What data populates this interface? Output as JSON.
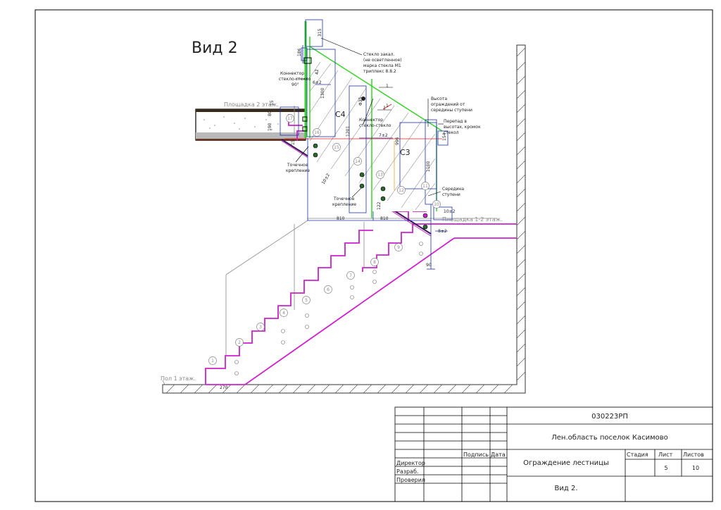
{
  "view_title": "Вид 2",
  "levels": {
    "floor2": "Площадка 2 этаж.",
    "landing12": "Площадка 1-2 этаж.",
    "floor1": "Пол 1 этаж."
  },
  "panels": {
    "c4": "С4",
    "c3": "С3"
  },
  "dimensions": {
    "d315": "315",
    "d186": "186",
    "d42": "42",
    "d6pm2": "6±2",
    "d15": "15",
    "d190": "190",
    "d80": "80",
    "d15b": "15",
    "d1300": "1300",
    "d1201": "1201",
    "dphi35": "Φ35",
    "d7pm2": "7±2",
    "d996": "996",
    "d1100": "1100",
    "d154": "154",
    "d10pm2a": "10±2",
    "d10pm2b": "10±2",
    "d8pm2": "8±2",
    "d122": "122",
    "d810a": "810",
    "d810b": "810",
    "d90": "90",
    "d270": "270",
    "m1a": "1",
    "m1b": "1"
  },
  "annotations": {
    "glass": [
      "Стекло закал.",
      "(не осветленное)",
      "марка стекла М1",
      "триплекс 8.8.2"
    ],
    "connector90": [
      "Коннектор",
      "стекло-стекло",
      "90°"
    ],
    "connector": [
      "Коннектор",
      "стекло-стекло"
    ],
    "point1": [
      "Точечное",
      "крепление"
    ],
    "point2": [
      "Точечное",
      "крепление"
    ],
    "height": [
      "Высота",
      "ограждений от",
      "середины ступени"
    ],
    "overlap": [
      "Перепад в",
      "высотах, кромок",
      "стекол"
    ],
    "step_mid": [
      "Середина",
      "ступени"
    ]
  },
  "step_numbers": [
    "1",
    "2",
    "3",
    "4",
    "5",
    "6",
    "7",
    "8",
    "9",
    "10",
    "11",
    "12",
    "13",
    "14",
    "15",
    "16",
    "17"
  ],
  "title_block": {
    "code": "030223РП",
    "location": "Лен.область поселок Касимово",
    "title": "Ограждение лестницы",
    "sheet_name": "Вид 2.",
    "col_sign": "Подпись",
    "col_date": "Дата",
    "col_stage": "Стадия",
    "col_sheet": "Лист",
    "col_sheets": "Листов",
    "sheet": "5",
    "sheets": "10",
    "roles": [
      "Директор",
      "Разраб.",
      "Проверил"
    ]
  },
  "colors": {
    "glass": "#39d12a",
    "steps": "#cc22cc",
    "dims": "#1d2fb4",
    "red": "#e0201e",
    "orange": "#e8a020"
  }
}
